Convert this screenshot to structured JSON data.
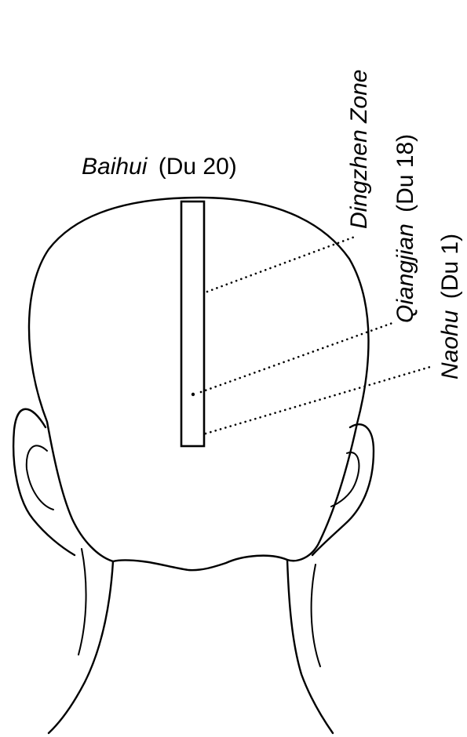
{
  "labels": {
    "baihui": {
      "name": "Baihui",
      "code": "(Du 20)"
    },
    "dingzhen": {
      "name": "Dingzhen Zone"
    },
    "qiangjian": {
      "name": "Qiangjian",
      "code": "(Du 18)"
    },
    "naohu": {
      "name": "Naohu",
      "code": "(Du 1)"
    }
  },
  "colors": {
    "ink": "#000000",
    "paper": "#ffffff"
  }
}
